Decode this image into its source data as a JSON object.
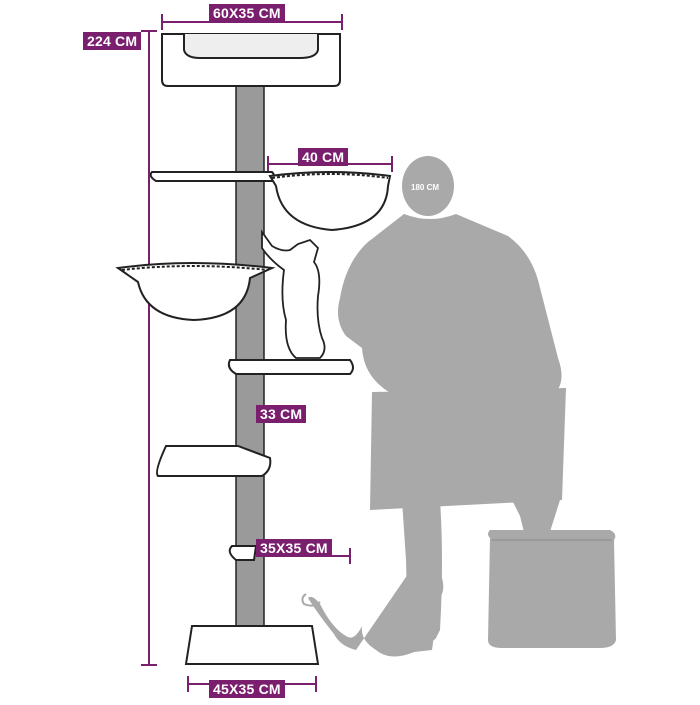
{
  "dimensions": {
    "top_platform": "60X35 CM",
    "hammock_small": "40 CM",
    "total_height": "224 CM",
    "step_gap": "33 CM",
    "small_platform": "35X35 CM",
    "base": "45X35 CM",
    "person_height": "180 CM"
  },
  "colors": {
    "accent": "#7a1e6e",
    "pole": "#9a9a9a",
    "silhouette": "#a9a9a9",
    "outline": "#222222",
    "label_text": "#ffffff"
  }
}
